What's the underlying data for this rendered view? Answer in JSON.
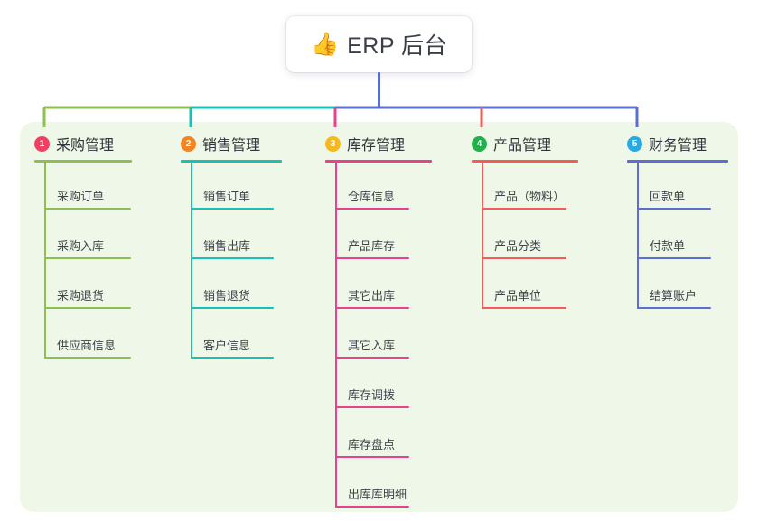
{
  "diagram": {
    "type": "mindmap",
    "root": {
      "icon": "thumbs-up-icon",
      "emoji": "👍",
      "label": "ERP 后台"
    },
    "panel_color": "#eef7e8",
    "columns": [
      {
        "number": "1",
        "label": "采购管理",
        "badge_color": "#ef4060",
        "line_color": "#8cc152",
        "items": [
          "采购订单",
          "采购入库",
          "采购退货",
          "供应商信息"
        ]
      },
      {
        "number": "2",
        "label": "销售管理",
        "badge_color": "#f5831f",
        "line_color": "#19c1b4",
        "items": [
          "销售订单",
          "销售出库",
          "销售退货",
          "客户信息"
        ]
      },
      {
        "number": "3",
        "label": "库存管理",
        "badge_color": "#f5b91f",
        "line_color": "#e8418f",
        "items": [
          "仓库信息",
          "产品库存",
          "其它出库",
          "其它入库",
          "库存调拨",
          "库存盘点",
          "出库库明细"
        ]
      },
      {
        "number": "4",
        "label": "产品管理",
        "badge_color": "#20b14c",
        "line_color": "#f45b5b",
        "items": [
          "产品（物料）",
          "产品分类",
          "产品单位"
        ]
      },
      {
        "number": "5",
        "label": "财务管理",
        "badge_color": "#29a9e1",
        "line_color": "#5b6fd0",
        "items": [
          "回款单",
          "付款单",
          "结算账户"
        ]
      }
    ]
  }
}
